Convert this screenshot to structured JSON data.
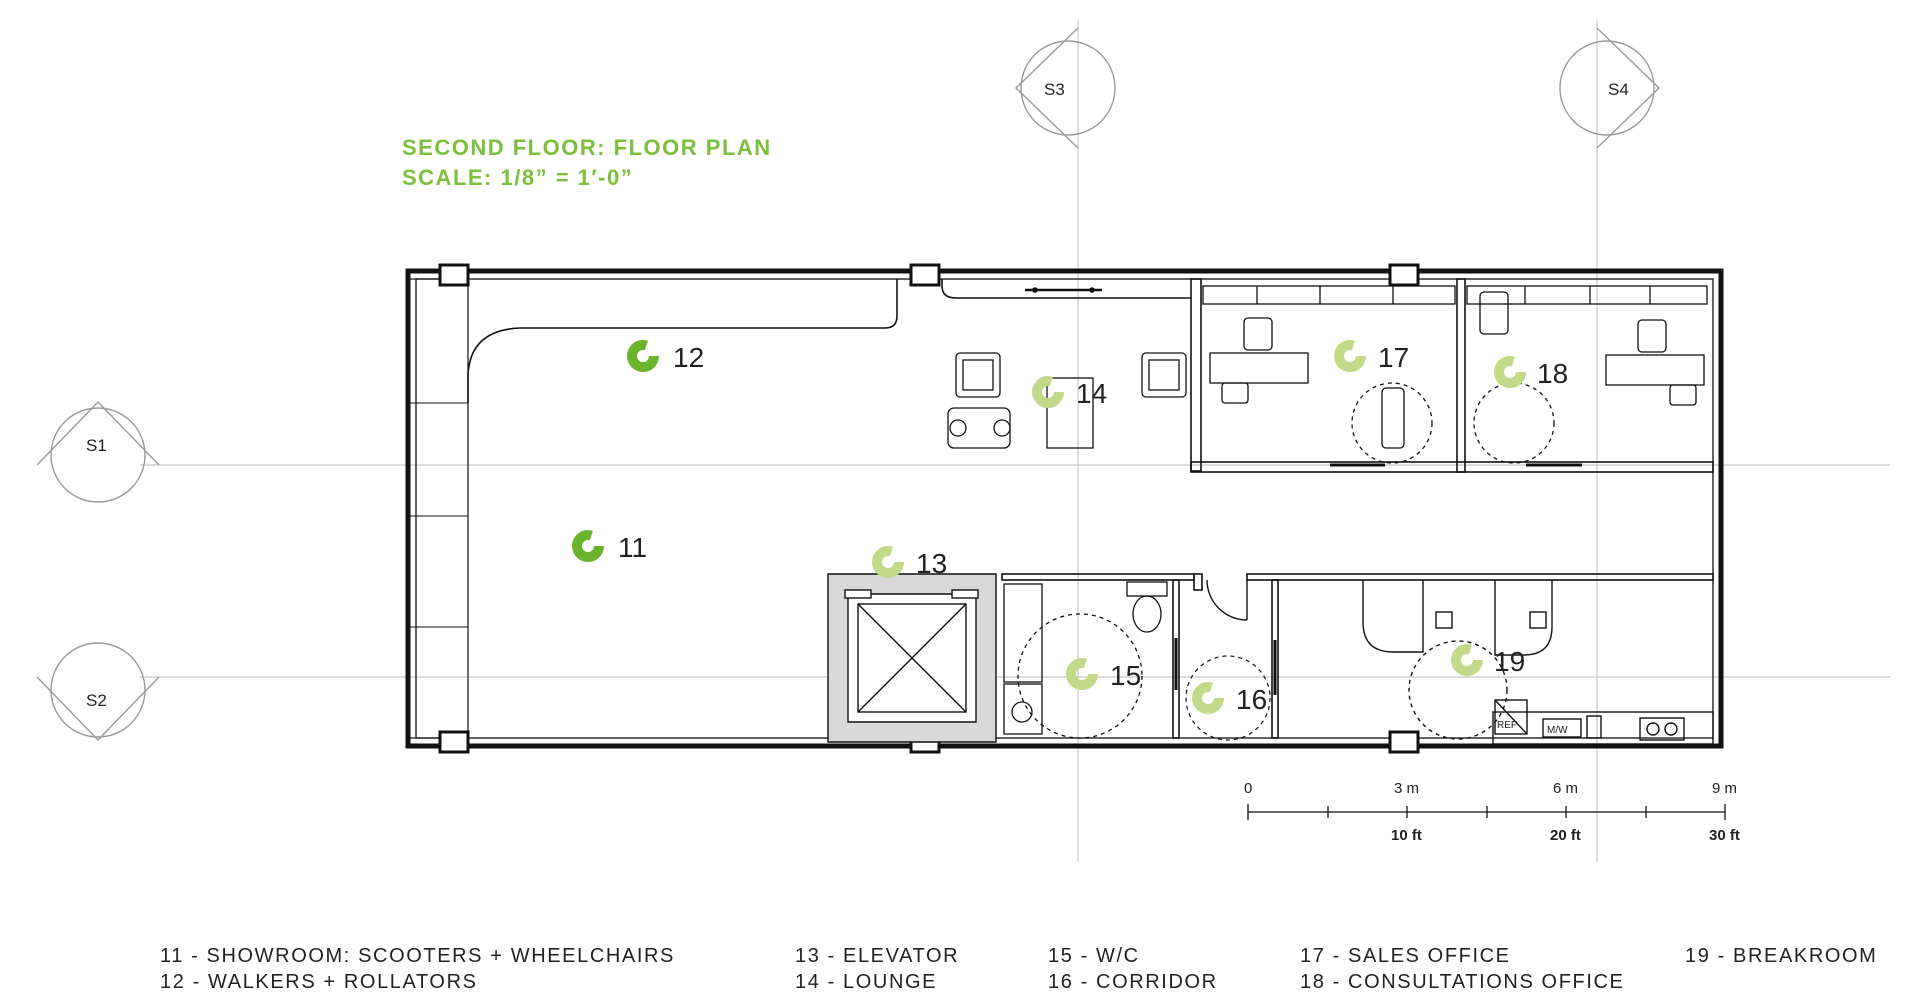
{
  "title": {
    "line1": "SECOND FLOOR: FLOOR PLAN",
    "line2": "SCALE: 1/8” = 1′-0”",
    "color": "#7bbf3a"
  },
  "grid_markers": [
    "S1",
    "S2",
    "S3",
    "S4"
  ],
  "room_tags": [
    "11",
    "12",
    "13",
    "14",
    "15",
    "16",
    "17",
    "18",
    "19"
  ],
  "tag_colors": {
    "primary": "#6ab42d",
    "secondary": "#c2d98a"
  },
  "appliance_labels": {
    "fridge": "REF",
    "microwave": "M/W"
  },
  "scale_bar": {
    "metric": [
      "0",
      "3 m",
      "6 m",
      "9 m"
    ],
    "imperial": [
      "10 ft",
      "20 ft",
      "30 ft"
    ]
  },
  "legend": [
    "11 - SHOWROOM: SCOOTERS + WHEELCHAIRS",
    "12 - WALKERS + ROLLATORS",
    "13 - ELEVATOR",
    "14 - LOUNGE",
    "15 - W/C",
    "16 - CORRIDOR",
    "17 - SALES OFFICE",
    "18 - CONSULTATIONS OFFICE",
    "19 - BREAKROOM"
  ]
}
